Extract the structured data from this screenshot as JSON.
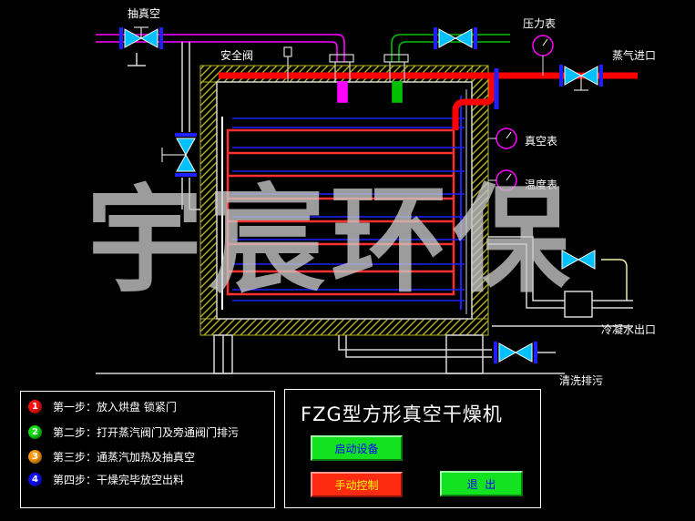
{
  "labels": {
    "vacuum_pump": "抽真空",
    "safety_valve": "安全阀",
    "pressure_gauge": "压力表",
    "steam_inlet": "蒸气进口",
    "vacuum_gauge": "真空表",
    "temperature_gauge": "温度表",
    "condensate_outlet": "冷凝水出口",
    "cleaning_drain": "清洗排污"
  },
  "watermark": "宇宸环保",
  "steps": [
    {
      "num": "1",
      "color": "#ff1010",
      "text": "第一步：放入烘盘 锁紧门"
    },
    {
      "num": "2",
      "color": "#10e010",
      "text": "第二步：打开蒸汽阀门及旁通阀门排污"
    },
    {
      "num": "3",
      "color": "#ff9a10",
      "text": "第三步：通蒸汽加热及抽真空"
    },
    {
      "num": "4",
      "color": "#1010ff",
      "text": "第四步：干燥完毕放空出料"
    }
  ],
  "control": {
    "title": "FZG型方形真空干燥机",
    "start_button": "启动设备",
    "manual_button": "手动控制",
    "exit_button": "退  出"
  },
  "colors": {
    "steam_pipe": "#ff0000",
    "vacuum_pipe": "#ff00ff",
    "water_pipe": "#00c000",
    "shelf_line": "#0000ff",
    "insulation": "#b0b020"
  }
}
